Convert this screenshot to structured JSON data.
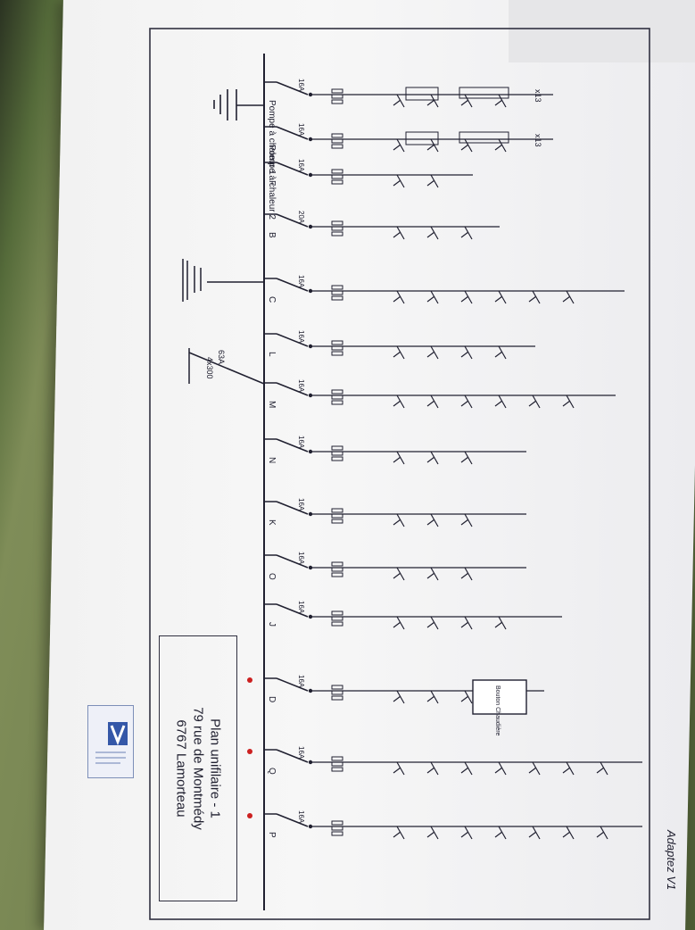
{
  "circuits": [
    {
      "label": "Pompe à chaleur 1",
      "rating": "16A",
      "extra": "x13"
    },
    {
      "label": "Pompe à chaleur 2",
      "rating": "16A",
      "extra": "x13"
    },
    {
      "label": "F",
      "rating": "16A",
      "extra": ""
    },
    {
      "label": "B",
      "rating": "20A",
      "extra": ""
    },
    {
      "label": "C",
      "rating": "16A",
      "extra": ""
    },
    {
      "label": "L",
      "rating": "16A",
      "extra": ""
    },
    {
      "label": "M",
      "rating": "16A",
      "extra": ""
    },
    {
      "label": "N",
      "rating": "16A",
      "extra": ""
    },
    {
      "label": "K",
      "rating": "16A",
      "extra": ""
    },
    {
      "label": "O",
      "rating": "16A",
      "extra": ""
    },
    {
      "label": "J",
      "rating": "16A",
      "extra": ""
    },
    {
      "label": "D",
      "rating": "16A",
      "extra": ""
    },
    {
      "label": "Q",
      "rating": "16A",
      "extra": ""
    },
    {
      "label": "P",
      "rating": "16A",
      "extra": ""
    }
  ],
  "main_switch": {
    "line1": "63A",
    "line2": "4x300"
  },
  "annex": {
    "label": "Bouton Chaudière"
  },
  "title_block": {
    "line1": "Plan unifilaire - 1",
    "line2": "79 rue de Montmédy",
    "line3": "6767 Lamorteau"
  },
  "handwriting": {
    "note": "Adaptez V1"
  },
  "colors": {
    "ink": "#202030",
    "red_dot": "#cc2020",
    "paper": "#f4f4f4"
  }
}
